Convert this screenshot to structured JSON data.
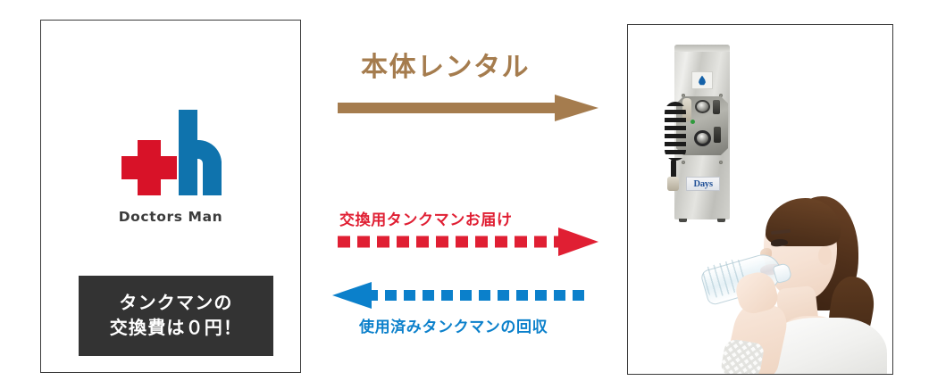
{
  "brand_card": {
    "logo": {
      "icon_cross": "red-cross-icon",
      "icon_h": "blue-h-icon",
      "wordmark": "Doctors Man"
    },
    "price_banner": {
      "line1": "タンクマンの",
      "line2": "交換費は０円！",
      "background_color": "#333333",
      "text_color": "#ffffff"
    }
  },
  "flow": {
    "rental": {
      "label": "本体レンタル",
      "color": "#a57c4e",
      "direction": "right",
      "style": "solid"
    },
    "delivery": {
      "label": "交換用タンクマンお届け",
      "color": "#e01f33",
      "direction": "right",
      "style": "dashed"
    },
    "return": {
      "label": "使用済みタンクマンの回収",
      "color": "#0b80cb",
      "direction": "left",
      "style": "dashed"
    }
  },
  "photo_panel": {
    "dispenser": {
      "name": "water-dispenser-machine",
      "badge_icon": "water-droplet-icon",
      "brand_plate": "Days"
    },
    "person": {
      "name": "woman-drinking-water",
      "prop": "plastic-water-bottle"
    }
  },
  "colors": {
    "brown": "#a57c4e",
    "red": "#e01f33",
    "blue": "#0b80cb",
    "logo_red": "#d81228",
    "logo_blue": "#0f73ad",
    "banner_dark": "#333333",
    "border_gray": "#3a3a3a"
  }
}
